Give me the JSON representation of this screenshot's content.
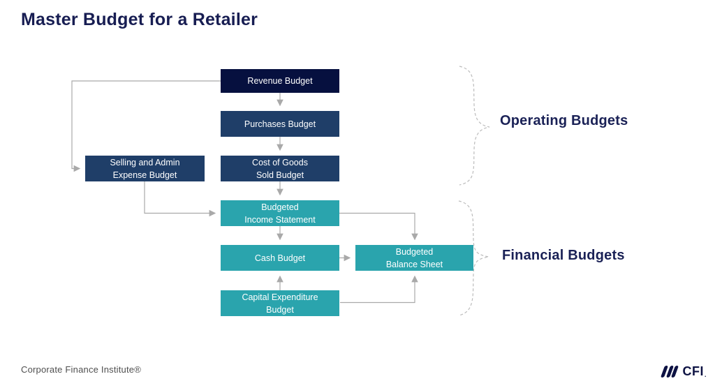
{
  "title": "Master Budget for a Retailer",
  "boxes": {
    "revenue": "Revenue Budget",
    "purchases": "Purchases Budget",
    "selling_admin": "Selling and Admin\nExpense Budget",
    "cogs": "Cost of Goods\nSold Budget",
    "income_statement": "Budgeted\nIncome Statement",
    "cash": "Cash Budget",
    "balance_sheet": "Budgeted\nBalance Sheet",
    "capex": "Capital Expenditure\nBudget"
  },
  "groups": {
    "operating": "Operating Budgets",
    "financial": "Financial Budgets"
  },
  "footer": {
    "company": "Corporate Finance Institute®",
    "logo_text": "CFI",
    "logo_mark": "."
  },
  "colors": {
    "dark_navy_box": "#06103f",
    "navy_box": "#1f3e68",
    "teal_box": "#2aa4ad",
    "title_navy": "#171d52",
    "label_navy": "#1a2156",
    "connector_gray": "#a9a9a9",
    "brace_gray": "#bcbcbc",
    "footer_gray": "#4f4f4f",
    "logo_navy": "#0d1243"
  }
}
